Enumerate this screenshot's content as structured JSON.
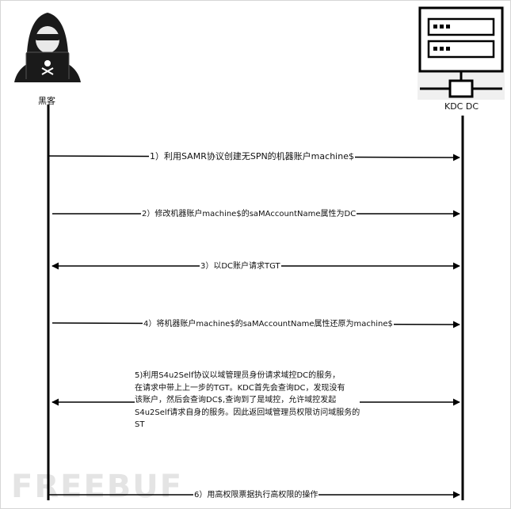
{
  "actors": {
    "hacker": {
      "label": "黑客",
      "icon": "hacker-icon"
    },
    "kdc": {
      "label": "KDC DC",
      "icon": "server-icon"
    }
  },
  "messages": [
    {
      "label": "1）利用SAMR协议创建无SPN的机器账户machine$",
      "direction": "to-kdc"
    },
    {
      "label": "2）修改机器账户machine$的saMAccountName属性为DC",
      "direction": "to-kdc"
    },
    {
      "label": "3）以DC账户请求TGT",
      "direction": "both"
    },
    {
      "label": "4）将机器账户machine$的saMAccountName属性还原为machine$",
      "direction": "to-kdc"
    },
    {
      "lines": [
        "5)利用S4u2Self协议以域管理员身份请求域控DC的服务，",
        "在请求中带上上一步的TGT。KDC首先会查询DC，发现没有",
        "该账户，然后会查询DC$,查询到了是域控，允许域控发起",
        "S4u2Self请求自身的服务。因此返回域管理员权限访问域服务的",
        "ST"
      ],
      "direction": "both"
    },
    {
      "label": "6）用高权限票据执行高权限的操作",
      "direction": "to-kdc"
    }
  ],
  "watermark": "FREEBUF",
  "colors": {
    "line": "#000000",
    "icon_dark": "#1a1a1a",
    "watermark": "#e4e4e4"
  }
}
